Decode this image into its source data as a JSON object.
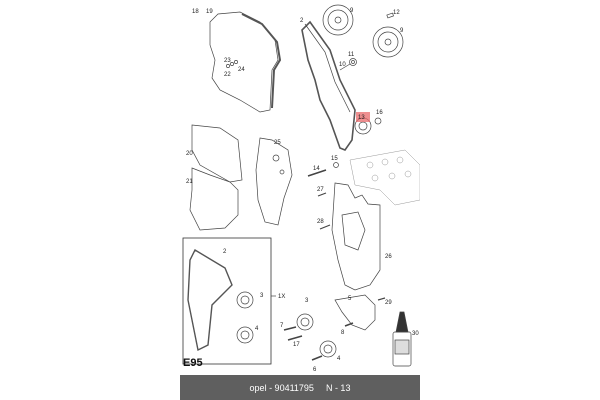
{
  "diagram": {
    "figure_code": "E95",
    "highlight_color": "#e8696b",
    "kit_label": "1X",
    "highlighted_part": "13",
    "callouts": [
      {
        "id": "18",
        "label": "18"
      },
      {
        "id": "19",
        "label": "19"
      },
      {
        "id": "23",
        "label": "23"
      },
      {
        "id": "22",
        "label": "22"
      },
      {
        "id": "24",
        "label": "24"
      },
      {
        "id": "2",
        "label": "2"
      },
      {
        "id": "9a",
        "label": "9"
      },
      {
        "id": "9b",
        "label": "9"
      },
      {
        "id": "12",
        "label": "12"
      },
      {
        "id": "11",
        "label": "11"
      },
      {
        "id": "10",
        "label": "10"
      },
      {
        "id": "13",
        "label": "13"
      },
      {
        "id": "16",
        "label": "16"
      },
      {
        "id": "20",
        "label": "20"
      },
      {
        "id": "21",
        "label": "21"
      },
      {
        "id": "25",
        "label": "25"
      },
      {
        "id": "14",
        "label": "14"
      },
      {
        "id": "15",
        "label": "15"
      },
      {
        "id": "27",
        "label": "27"
      },
      {
        "id": "28",
        "label": "28"
      },
      {
        "id": "26",
        "label": "26"
      },
      {
        "id": "kit2",
        "label": "2"
      },
      {
        "id": "kit3",
        "label": "3"
      },
      {
        "id": "kit4",
        "label": "4"
      },
      {
        "id": "29",
        "label": "29"
      },
      {
        "id": "3",
        "label": "3"
      },
      {
        "id": "5",
        "label": "5"
      },
      {
        "id": "7",
        "label": "7"
      },
      {
        "id": "8",
        "label": "8"
      },
      {
        "id": "17",
        "label": "17"
      },
      {
        "id": "4",
        "label": "4"
      },
      {
        "id": "6",
        "label": "6"
      },
      {
        "id": "30",
        "label": "30"
      }
    ]
  },
  "caption": {
    "brand_part": "opel - 90411795",
    "position": "N - 13"
  }
}
